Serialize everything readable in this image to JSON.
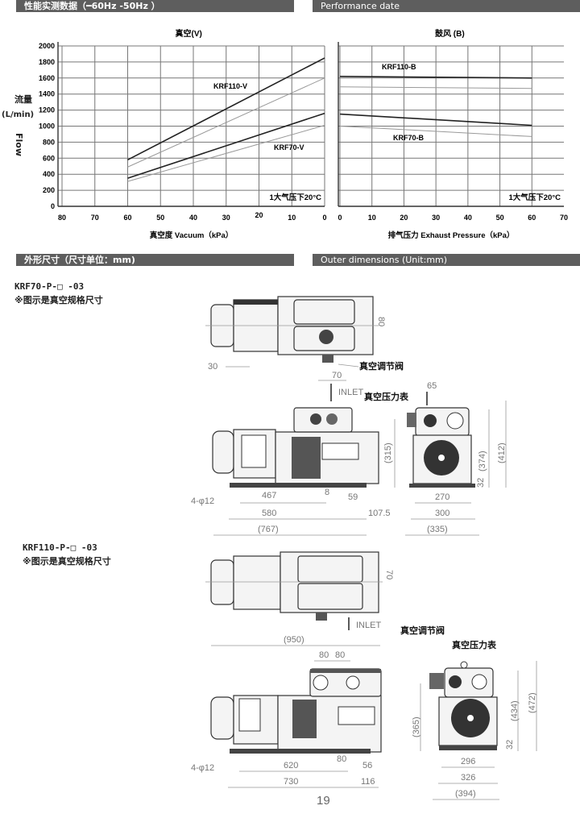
{
  "headers": {
    "perf_cn": "性能实测数据（━60Hz  -50Hz ）",
    "perf_en": "Performance date",
    "dims_cn": "外形尺寸（尺寸单位：mm)",
    "dims_en": "Outer dimensions (Unit:mm)"
  },
  "y_axis": {
    "cn": "流量",
    "unit": "(L/min)",
    "en": "Flow"
  },
  "chart_data": [
    {
      "type": "line",
      "title": "真空(V)",
      "xlabel": "真空度 Vacuum（kPa）",
      "ylabel": "流量 (L/min) Flow",
      "xlim": [
        80,
        0
      ],
      "ylim": [
        0,
        2000
      ],
      "xticks": [
        "80",
        "70",
        "60",
        "50",
        "40",
        "30",
        "20",
        "10",
        "0"
      ],
      "yticks": [
        "0",
        "200",
        "400",
        "600",
        "800",
        "1000",
        "1200",
        "1400",
        "1600",
        "1800",
        "2000"
      ],
      "grid": true,
      "note": "1大气压下20°C",
      "series": [
        {
          "name": "KRF110-V 60Hz",
          "label": "KRF110-V",
          "x": [
            60,
            0
          ],
          "y": [
            580,
            1850
          ],
          "color": "#222222",
          "width": 1.6
        },
        {
          "name": "KRF110-V 50Hz",
          "x": [
            60,
            0
          ],
          "y": [
            490,
            1600
          ],
          "color": "#999999",
          "width": 1
        },
        {
          "name": "KRF70-V 60Hz",
          "label": "KRF70-V",
          "x": [
            60,
            0
          ],
          "y": [
            350,
            1160
          ],
          "color": "#222222",
          "width": 1.6
        },
        {
          "name": "KRF70-V 50Hz",
          "x": [
            60,
            0
          ],
          "y": [
            310,
            1010
          ],
          "color": "#999999",
          "width": 1
        }
      ]
    },
    {
      "type": "line",
      "title": "鼓风 (B)",
      "xlabel": "排气压力  Exhaust Pressure（kPa）",
      "xlim": [
        0,
        70
      ],
      "ylim": [
        0,
        2000
      ],
      "xticks": [
        "0",
        "10",
        "20",
        "30",
        "40",
        "50",
        "60",
        "70"
      ],
      "grid": true,
      "note": "1大气压下20°C",
      "series": [
        {
          "name": "KRF110-B 60Hz",
          "label": "KRF110-B",
          "x": [
            0,
            60
          ],
          "y": [
            1620,
            1600
          ],
          "color": "#222222",
          "width": 1.6
        },
        {
          "name": "KRF110-B 50Hz",
          "x": [
            0,
            60
          ],
          "y": [
            1490,
            1470
          ],
          "color": "#999999",
          "width": 1
        },
        {
          "name": "KRF70-B 60Hz",
          "label": "KRF70-B",
          "x": [
            0,
            60
          ],
          "y": [
            1150,
            1010
          ],
          "color": "#222222",
          "width": 1.6
        },
        {
          "name": "KRF70-B 50Hz",
          "x": [
            0,
            60
          ],
          "y": [
            1000,
            870
          ],
          "color": "#999999",
          "width": 1
        }
      ]
    }
  ],
  "model1": {
    "name": "KRF70-P-□ -03",
    "note": "※图示是真空规格尺寸",
    "valve": "真空调节阀",
    "gauge": "真空压力表",
    "inlet": "INLET",
    "d_30": "30",
    "d_80v": "80",
    "d_70": "70",
    "d_65": "65",
    "d_467": "467",
    "d_8": "8",
    "d_59": "59",
    "d_580": "580",
    "d_107": "107.5",
    "d_767": "(767)",
    "holes": "4-φ12",
    "d_315": "(315)",
    "d_374": "(374)",
    "d_412": "(412)",
    "d_32": "32",
    "d_270": "270",
    "d_300": "300",
    "d_335": "(335)"
  },
  "model2": {
    "name": "KRF110-P-□ -03",
    "note": "※图示是真空规格尺寸",
    "valve": "真空调节阀",
    "gauge": "真空压力表",
    "inlet": "INLET",
    "d_70v": "70",
    "d_950": "(950)",
    "d_80a": "80",
    "d_80b": "80",
    "d_620": "620",
    "d_80c": "80",
    "d_56": "56",
    "d_730": "730",
    "d_116": "116",
    "holes": "4-φ12",
    "d_365": "(365)",
    "d_434": "(434)",
    "d_472": "(472)",
    "d_32": "32",
    "d_296": "296",
    "d_326": "326",
    "d_394": "(394)"
  },
  "page_number": "19"
}
